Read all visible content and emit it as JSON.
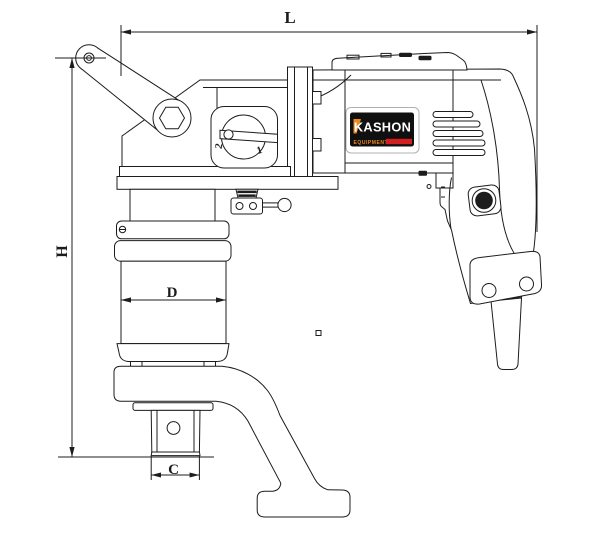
{
  "drawing": {
    "dimension_labels": {
      "overall_length": "L",
      "overall_height": "H",
      "cylinder_diameter": "D",
      "square_drive_width": "C"
    },
    "gear_selector": {
      "position_high": "2",
      "position_low": "1"
    },
    "brand_label": {
      "name": "KASHON",
      "subtitle": "EQUIPMENT"
    },
    "colors": {
      "line": "#1c1c1c",
      "background": "#ffffff",
      "logo_background": "#101010",
      "logo_text": "#ffffff",
      "logo_orange": "#f0881c",
      "logo_red": "#d41f1f",
      "logo_plate_border": "#b0b0b0"
    }
  }
}
